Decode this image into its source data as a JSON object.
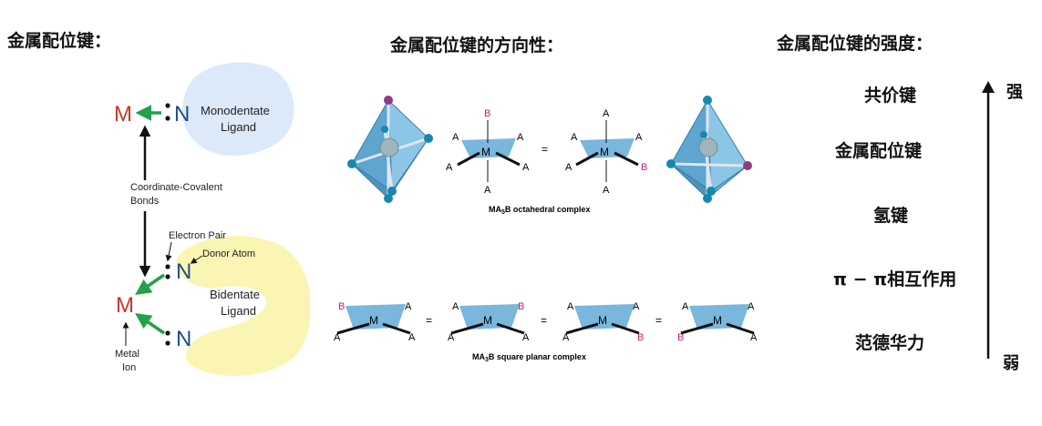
{
  "headings": {
    "left": "金属配位键：",
    "middle": "金属配位键的方向性：",
    "right": "金属配位键的强度："
  },
  "ligand_diagram": {
    "metal_symbol": "M",
    "donor_symbol": "N",
    "monodentate_label_1": "Monodentate",
    "monodentate_label_2": "Ligand",
    "bonds_label_1": "Coordinate-Covalent",
    "bonds_label_2": "Bonds",
    "electron_pair_label": "Electron Pair",
    "donor_atom_label": "Donor Atom",
    "bidentate_label_1": "Bidentate",
    "bidentate_label_2": "Ligand",
    "metal_ion_label_1": "Metal",
    "metal_ion_label_2": "Ion",
    "colors": {
      "metal": "#c0392b",
      "donor": "#1f4e8c",
      "arrow": "#22a04a",
      "mono_blob": "#dce9f9",
      "bi_blob": "#fbf5b4"
    }
  },
  "octahedral": {
    "caption_pre": "MA",
    "caption_sub": "5",
    "caption_post": "B octahedral complex",
    "m": "M",
    "a": "A",
    "b": "B",
    "eq": "=",
    "colors": {
      "face": "#79b7dd",
      "atom": "#1688b0",
      "b_atom": "#8e3a86",
      "b_text": "#c0207a"
    }
  },
  "square_planar": {
    "caption_pre": "MA",
    "caption_sub": "3",
    "caption_post": "B square planar complex",
    "m": "M",
    "a": "A",
    "b": "B",
    "eq": "="
  },
  "strength": {
    "items": [
      "共价键",
      "金属配位键",
      "氢键",
      "π − π相互作用",
      "范德华力"
    ],
    "strong": "强",
    "weak": "弱"
  }
}
